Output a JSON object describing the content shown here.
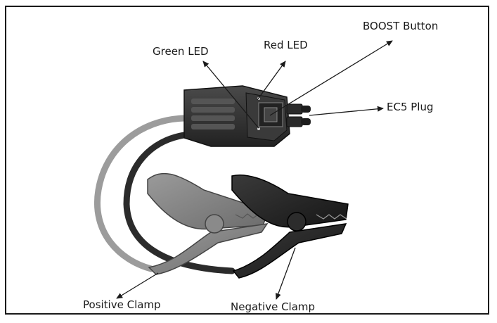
{
  "labels": {
    "green_led": "Green LED",
    "red_led": "Red LED",
    "boost_button": "BOOST Button",
    "ec5_plug": "EC5 Plug",
    "positive_clamp": "Positive Clamp",
    "negative_clamp": "Negative Clamp"
  }
}
